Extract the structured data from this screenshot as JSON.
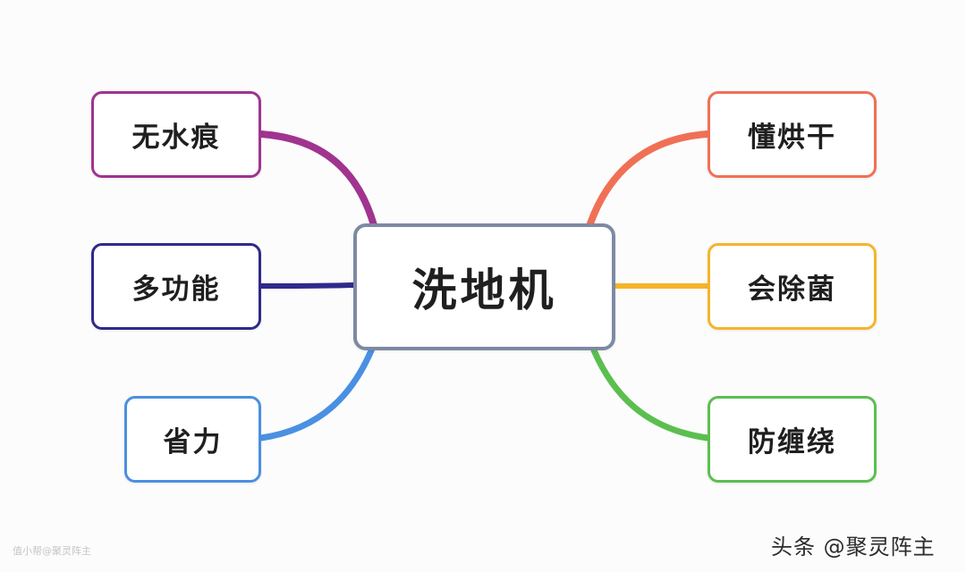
{
  "diagram": {
    "center": "洗地机",
    "left_branches": [
      "无水痕",
      "多功能",
      "省力"
    ],
    "right_branches": [
      "懂烘干",
      "会除菌",
      "防缠绕"
    ],
    "branch_colors": {
      "left": [
        "#a0348f",
        "#2f2a8c",
        "#4a90e2"
      ],
      "right": [
        "#f07056",
        "#f5b52a",
        "#5bbf4f"
      ]
    },
    "center_border_color": "#7c8aa3"
  },
  "watermarks": {
    "bottom_left": "值小帮@聚灵阵主",
    "bottom_right": "头条 @聚灵阵主"
  }
}
